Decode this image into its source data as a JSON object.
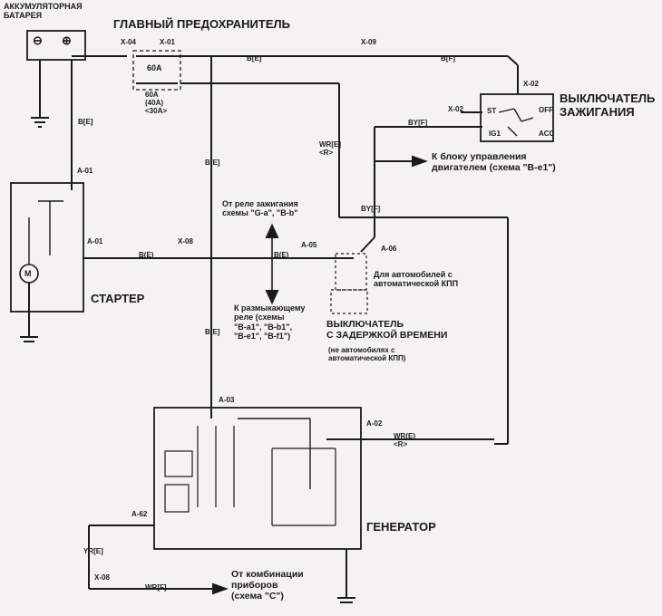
{
  "battery": {
    "title": "АККУМУЛЯТОРНАЯ\nБАТАРЕЯ",
    "minus": "⊖",
    "plus": "⊕"
  },
  "main_fuse": {
    "title": "ГЛАВНЫЙ ПРЕДОХРАНИТЕЛЬ",
    "rating_top": "60A",
    "rating_low": "60A\n(40A)\n<30A>"
  },
  "ignition_switch": {
    "title": "ВЫКЛЮЧАТЕЛЬ\nЗАЖИГАНИЯ",
    "st": "ST",
    "ig1": "IG1",
    "off": "OFF",
    "acc": "ACC"
  },
  "starter": {
    "title": "СТАРТЕР",
    "motor": "M"
  },
  "generator": {
    "title": "ГЕНЕРАТОР"
  },
  "connectors": {
    "x04": "X-04",
    "x01": "X-01",
    "x09": "X-09",
    "x02_top": "X-02",
    "x02_sw": "X-02",
    "a01_top": "A-01",
    "a01_mid": "A-01",
    "x08": "X-08",
    "a05": "A-05",
    "a06": "A-06",
    "a03": "A-03",
    "a02": "A-02",
    "a62": "A-62",
    "x08_bot": "X-08"
  },
  "wires": {
    "be_fuse": "B[E]",
    "bf_top": "B[F]",
    "be_batt": "B[E]",
    "be_vert": "B[E]",
    "wr": "WR[E]\n<R>",
    "by_sw": "BY[F]",
    "by_mid": "BY[F]",
    "be_alt": "B[E]",
    "be_starter": "B(E)",
    "be_mid": "B(E)",
    "wr_alt": "WR(E)\n<R>",
    "yr": "YR[E]",
    "wr_bot": "WR[F]"
  },
  "annotations": {
    "ecu": "К блоку управления\nдвигателем (схема \"B-e1\")",
    "relay": "От реле зажигания\nсхемы \"G-a\", \"B-b\"",
    "auto_kpp": "Для автомобилей с\nавтоматической КПП",
    "relay_out": "К размыкающему\nреле (схемы\n\"B-a1\", \"B-b1\",\n\"B-e1\", \"B-f1\")",
    "delay_switch": "ВЫКЛЮЧАТЕЛЬ\nС ЗАДЕРЖКОЙ ВРЕМЕНИ",
    "delay_note": "(не автомобилях с\nавтоматической КПП)",
    "combo": "От комбинации\nприборов\n(схема \"C\")"
  }
}
